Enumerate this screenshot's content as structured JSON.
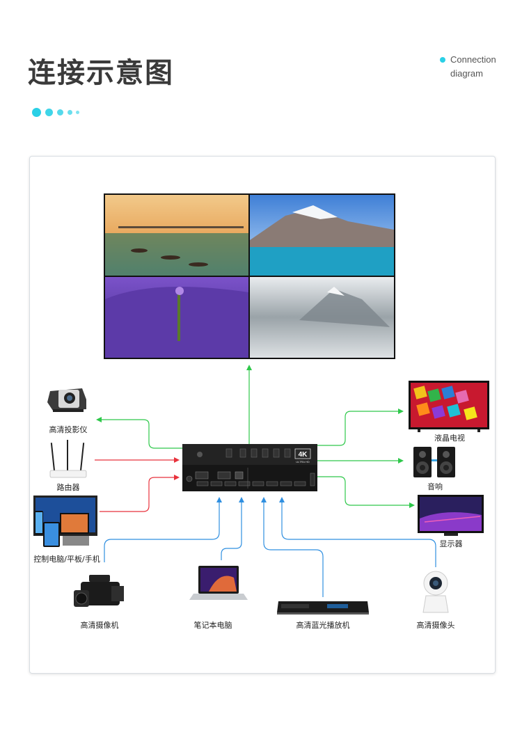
{
  "header": {
    "title": "连接示意图",
    "subtitle_line1": "Connection",
    "subtitle_line2": "diagram",
    "accent_color": "#2ad0e6"
  },
  "device": {
    "badge": "4K",
    "badge_sub": "ULTRA HD"
  },
  "labels": {
    "projector": "高清投影仪",
    "router": "路由器",
    "pc": "控制电脑/平板/手机",
    "tv": "液晶电视",
    "speaker": "音响",
    "monitor": "显示器",
    "camcorder": "高清摄像机",
    "laptop": "笔记本电脑",
    "bluray": "高清蓝光播放机",
    "webcam": "高清摄像头"
  },
  "colors": {
    "output_line": "#2ec84a",
    "control_line": "#e8323c",
    "input_line": "#2f8fe0"
  }
}
